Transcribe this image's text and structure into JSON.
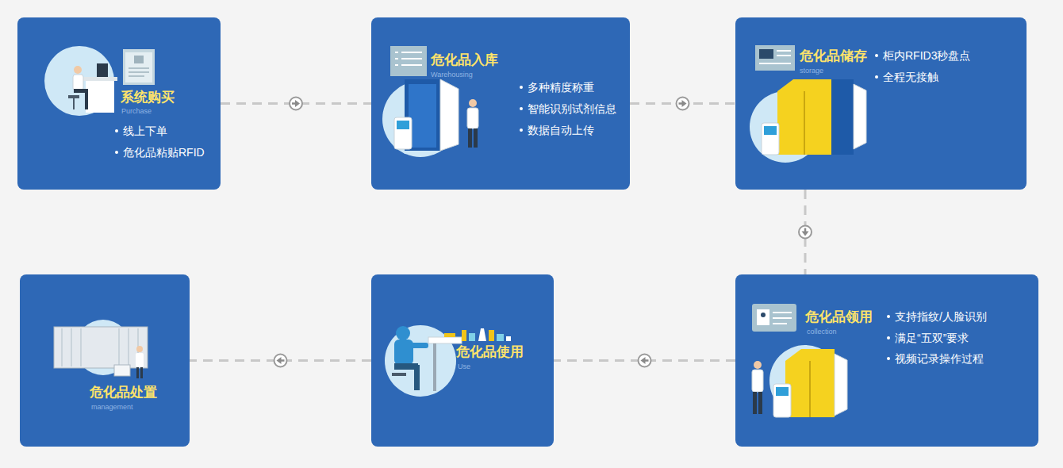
{
  "diagram": {
    "nodes": [
      {
        "text": [
          "系统购买",
          "Purchase",
          "线上下单",
          "危化品粘贴RFID"
        ]
      },
      {
        "text": [
          "危化品入库",
          "Warehousing",
          "多种精度称重",
          "智能识别试剂信息",
          "数据自动上传"
        ]
      },
      {
        "text": [
          "危化品储存",
          "storage",
          "柜内RFID3秒盘点",
          "全程无接触"
        ]
      },
      {
        "text": [
          "危化品处置",
          "management"
        ]
      },
      {
        "text": [
          "危化品使用",
          "Use"
        ]
      },
      {
        "text": [
          "危化品领用",
          "collection",
          "支持指纹/人脸识别",
          "满足“五双”要求",
          "视频记录操作过程"
        ]
      }
    ],
    "edges": [
      {
        "from": 0,
        "to": 1,
        "arrow": "to"
      },
      {
        "from": 1,
        "to": 2,
        "arrow": "to"
      },
      {
        "from": 2,
        "to": 5,
        "arrow": "to"
      },
      {
        "from": 5,
        "to": 4,
        "arrow": "to"
      },
      {
        "from": 4,
        "to": 3,
        "arrow": "to"
      }
    ]
  }
}
